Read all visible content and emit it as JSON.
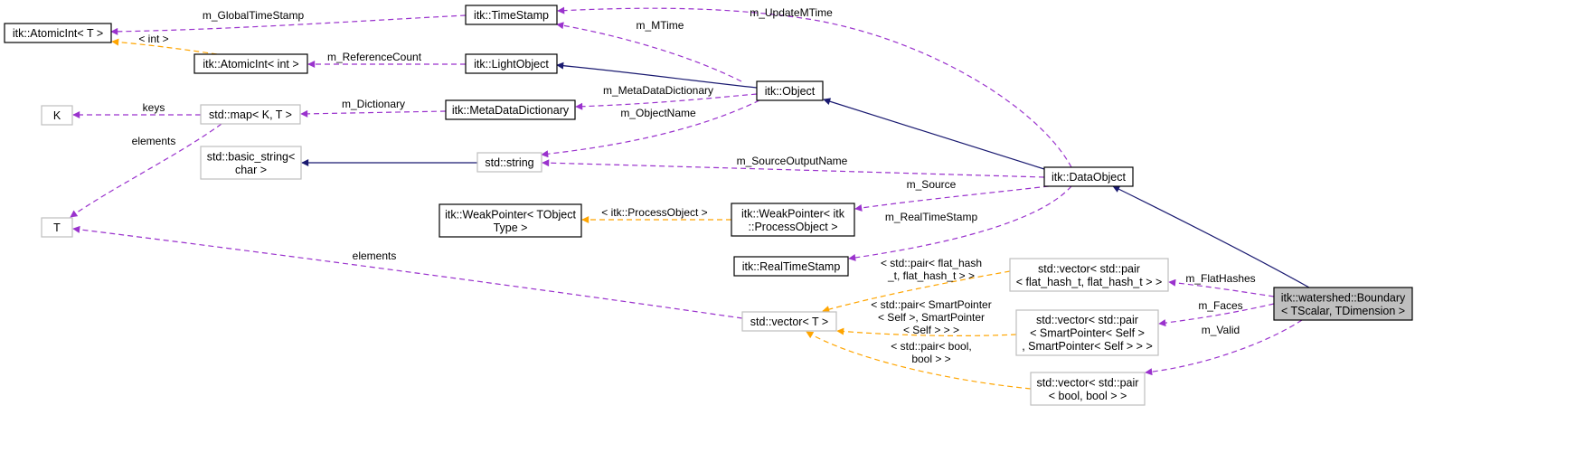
{
  "colors": {
    "inheritance": "#191970",
    "usage": "#9a32cd",
    "template": "#ffa500",
    "gray_border": "#bfbfbf",
    "current_fill": "#bfbfbf"
  },
  "nodes": [
    {
      "id": "atomicint_t",
      "lines": [
        "itk::AtomicInt< T >"
      ],
      "style": "normal"
    },
    {
      "id": "timestamp",
      "lines": [
        "itk::TimeStamp"
      ],
      "style": "normal"
    },
    {
      "id": "atomicint_int",
      "lines": [
        "itk::AtomicInt< int >"
      ],
      "style": "normal"
    },
    {
      "id": "lightobject",
      "lines": [
        "itk::LightObject"
      ],
      "style": "normal"
    },
    {
      "id": "object",
      "lines": [
        "itk::Object"
      ],
      "style": "normal"
    },
    {
      "id": "K",
      "lines": [
        "K"
      ],
      "style": "gray"
    },
    {
      "id": "map",
      "lines": [
        "std::map< K, T >"
      ],
      "style": "gray"
    },
    {
      "id": "metadict",
      "lines": [
        "itk::MetaDataDictionary"
      ],
      "style": "normal"
    },
    {
      "id": "basic_string",
      "lines": [
        "std::basic_string<",
        "char >"
      ],
      "style": "gray"
    },
    {
      "id": "string",
      "lines": [
        "std::string"
      ],
      "style": "gray"
    },
    {
      "id": "dataobject",
      "lines": [
        "itk::DataObject"
      ],
      "style": "normal"
    },
    {
      "id": "T",
      "lines": [
        "T"
      ],
      "style": "gray"
    },
    {
      "id": "weakptr_t",
      "lines": [
        "itk::WeakPointer< TObject",
        "Type >"
      ],
      "style": "normal"
    },
    {
      "id": "weakptr_po",
      "lines": [
        "itk::WeakPointer< itk",
        "::ProcessObject >"
      ],
      "style": "normal"
    },
    {
      "id": "realtimestamp",
      "lines": [
        "itk::RealTimeStamp"
      ],
      "style": "normal"
    },
    {
      "id": "vector_flat",
      "lines": [
        "std::vector< std::pair",
        "< flat_hash_t, flat_hash_t > >"
      ],
      "style": "gray"
    },
    {
      "id": "boundary",
      "lines": [
        "itk::watershed::Boundary",
        "< TScalar, TDimension >"
      ],
      "style": "current"
    },
    {
      "id": "vector_t",
      "lines": [
        "std::vector< T >"
      ],
      "style": "gray"
    },
    {
      "id": "vector_sp",
      "lines": [
        "std::vector< std::pair",
        "< SmartPointer< Self >",
        ", SmartPointer< Self > > >"
      ],
      "style": "gray"
    },
    {
      "id": "vector_bool",
      "lines": [
        "std::vector< std::pair",
        "< bool, bool > >"
      ],
      "style": "gray"
    }
  ],
  "edges": [
    {
      "id": "e_globaltimestamp",
      "kind": "usage",
      "lines": [
        "m_GlobalTimeStamp"
      ]
    },
    {
      "id": "e_int",
      "kind": "template",
      "lines": [
        "< int >"
      ]
    },
    {
      "id": "e_referencecount",
      "kind": "usage",
      "lines": [
        "m_ReferenceCount"
      ]
    },
    {
      "id": "e_mtime",
      "kind": "usage",
      "lines": [
        "m_MTime"
      ]
    },
    {
      "id": "e_updatemtime",
      "kind": "usage",
      "lines": [
        "m_UpdateMTime"
      ]
    },
    {
      "id": "e_light_object",
      "kind": "inheritance",
      "lines": []
    },
    {
      "id": "e_metadatadictionary",
      "kind": "usage",
      "lines": [
        "m_MetaDataDictionary"
      ]
    },
    {
      "id": "e_objectname",
      "kind": "usage",
      "lines": [
        "m_ObjectName"
      ]
    },
    {
      "id": "e_keys",
      "kind": "usage",
      "lines": [
        "keys"
      ]
    },
    {
      "id": "e_dictionary",
      "kind": "usage",
      "lines": [
        "m_Dictionary"
      ]
    },
    {
      "id": "e_map_elements",
      "kind": "usage",
      "lines": [
        "elements"
      ]
    },
    {
      "id": "e_basic_string",
      "kind": "inheritance",
      "lines": []
    },
    {
      "id": "e_object_dataobject",
      "kind": "inheritance",
      "lines": []
    },
    {
      "id": "e_sourceoutputname",
      "kind": "usage",
      "lines": [
        "m_SourceOutputName"
      ]
    },
    {
      "id": "e_source",
      "kind": "usage",
      "lines": [
        "m_Source"
      ]
    },
    {
      "id": "e_processobject",
      "kind": "template",
      "lines": [
        "< itk::ProcessObject >"
      ]
    },
    {
      "id": "e_realtimestamp",
      "kind": "usage",
      "lines": [
        "m_RealTimeStamp"
      ]
    },
    {
      "id": "e_dataobject_boundary",
      "kind": "inheritance",
      "lines": []
    },
    {
      "id": "e_vector_elements",
      "kind": "usage",
      "lines": [
        "elements"
      ]
    },
    {
      "id": "e_flathashes",
      "kind": "usage",
      "lines": [
        "m_FlatHashes"
      ]
    },
    {
      "id": "e_faces",
      "kind": "usage",
      "lines": [
        "m_Faces"
      ]
    },
    {
      "id": "e_valid",
      "kind": "usage",
      "lines": [
        "m_Valid"
      ]
    },
    {
      "id": "e_pair_flat",
      "kind": "template",
      "lines": [
        "< std::pair< flat_hash",
        "_t, flat_hash_t > >"
      ]
    },
    {
      "id": "e_pair_sp",
      "kind": "template",
      "lines": [
        "< std::pair< SmartPointer",
        "< Self >, SmartPointer",
        "< Self > > >"
      ]
    },
    {
      "id": "e_pair_bool",
      "kind": "template",
      "lines": [
        "< std::pair< bool,",
        "bool > >"
      ]
    }
  ]
}
